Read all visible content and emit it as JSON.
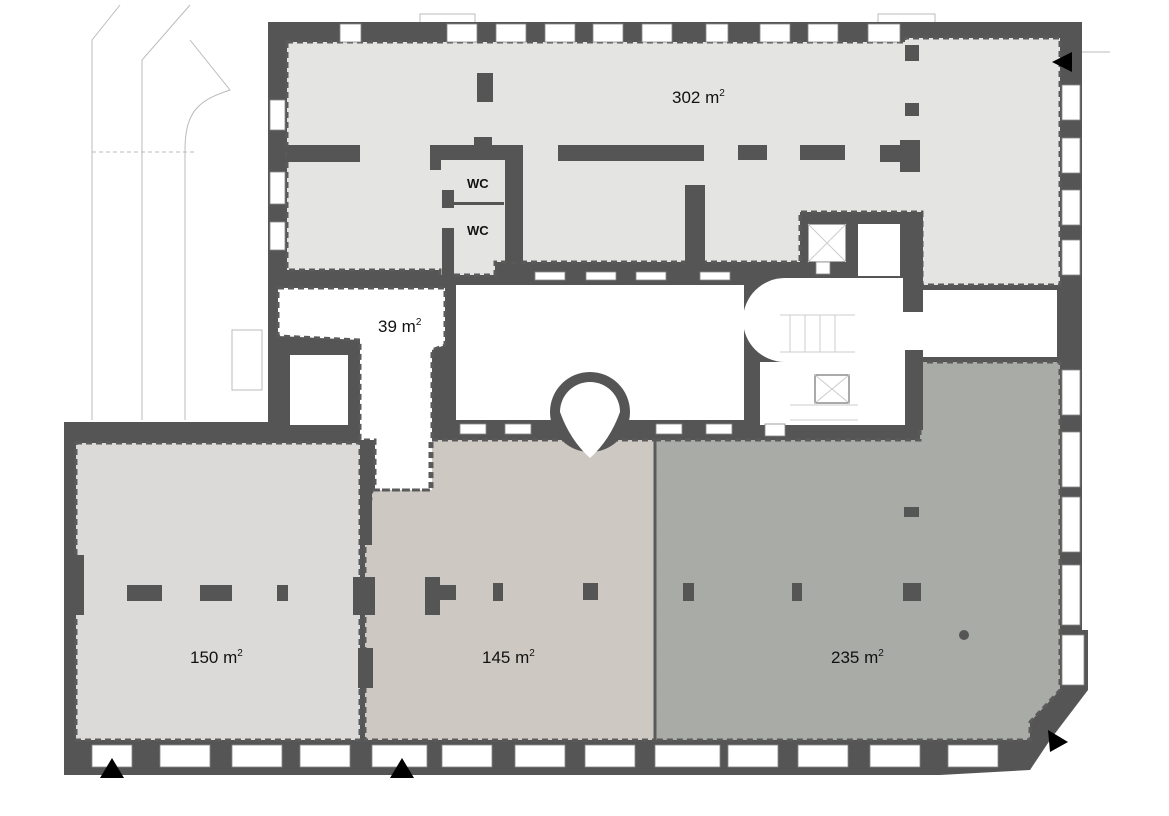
{
  "colors": {
    "wall": "#555555",
    "room_302": "#e4e4e3",
    "room_150": "#dcdad8",
    "room_145": "#cdc8c1",
    "room_235": "#a9aba7",
    "room_39": "#ffffff",
    "circulation": "#ffffff"
  },
  "rooms": [
    {
      "id": "302",
      "area": "302",
      "unit": "m",
      "sup": "2"
    },
    {
      "id": "39",
      "area": "39",
      "unit": "m",
      "sup": "2"
    },
    {
      "id": "150",
      "area": "150",
      "unit": "m",
      "sup": "2"
    },
    {
      "id": "145",
      "area": "145",
      "unit": "m",
      "sup": "2"
    },
    {
      "id": "235",
      "area": "235",
      "unit": "m",
      "sup": "2"
    }
  ],
  "wc_labels": [
    "WC",
    "WC"
  ],
  "entrances": [
    "entrance-arrow-left-bottom",
    "entrance-arrow-center-bottom",
    "entrance-arrow-top-right",
    "entrance-arrow-corner"
  ]
}
